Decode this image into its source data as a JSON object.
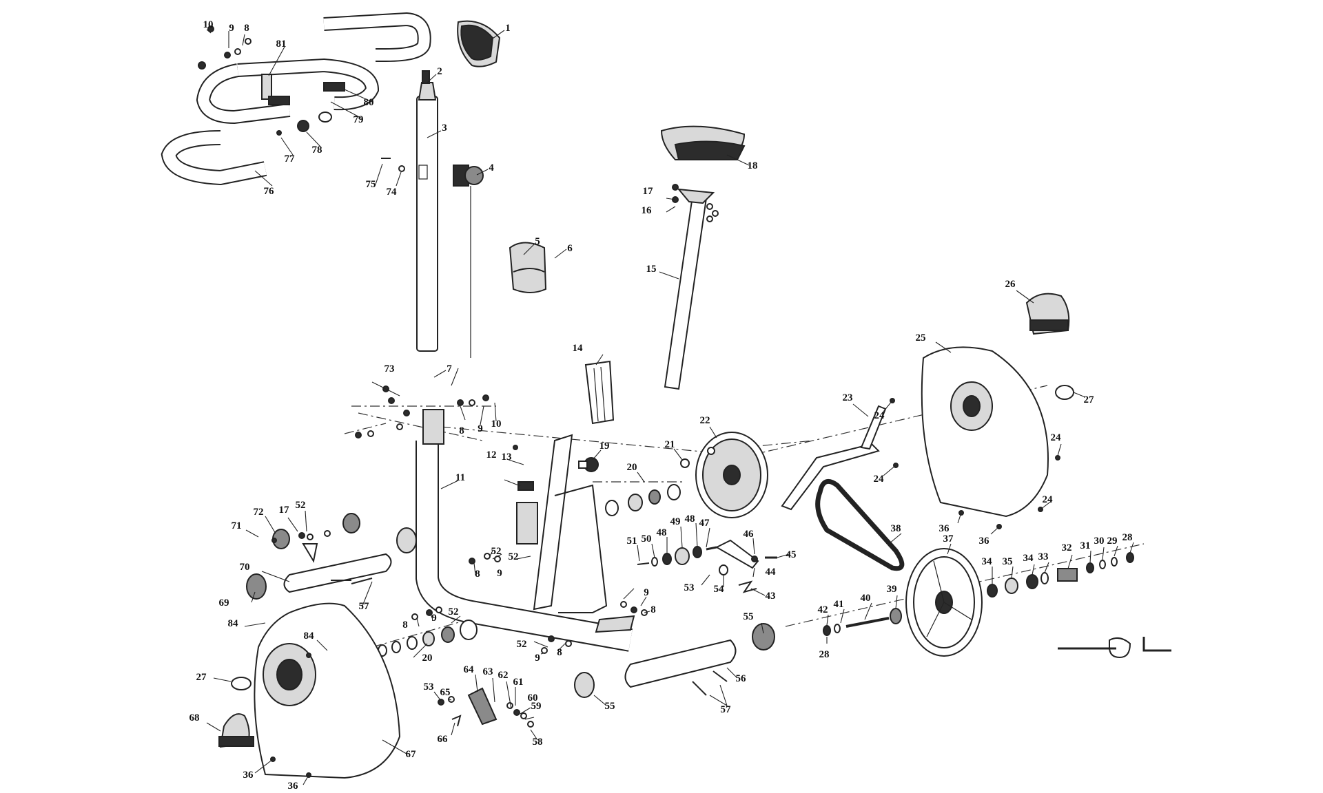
{
  "callouts": [
    {
      "id": "c1",
      "text": "1"
    },
    {
      "id": "c2",
      "text": "2"
    },
    {
      "id": "c3",
      "text": "3"
    },
    {
      "id": "c4",
      "text": "4"
    },
    {
      "id": "c5",
      "text": "5"
    },
    {
      "id": "c6",
      "text": "6"
    },
    {
      "id": "c7",
      "text": "7"
    },
    {
      "id": "c8a",
      "text": "8"
    },
    {
      "id": "c8b",
      "text": "8"
    },
    {
      "id": "c8c",
      "text": "8"
    },
    {
      "id": "c8d",
      "text": "8"
    },
    {
      "id": "c8e",
      "text": "8"
    },
    {
      "id": "c8f",
      "text": "8"
    },
    {
      "id": "c9a",
      "text": "9"
    },
    {
      "id": "c9b",
      "text": "9"
    },
    {
      "id": "c9c",
      "text": "9"
    },
    {
      "id": "c9d",
      "text": "9"
    },
    {
      "id": "c9e",
      "text": "9"
    },
    {
      "id": "c9f",
      "text": "9"
    },
    {
      "id": "c10a",
      "text": "10"
    },
    {
      "id": "c10b",
      "text": "10"
    },
    {
      "id": "c11",
      "text": "11"
    },
    {
      "id": "c12",
      "text": "12"
    },
    {
      "id": "c13",
      "text": "13"
    },
    {
      "id": "c14",
      "text": "14"
    },
    {
      "id": "c15",
      "text": "15"
    },
    {
      "id": "c16",
      "text": "16"
    },
    {
      "id": "c17a",
      "text": "17"
    },
    {
      "id": "c17b",
      "text": "17"
    },
    {
      "id": "c18",
      "text": "18"
    },
    {
      "id": "c19",
      "text": "19"
    },
    {
      "id": "c20a",
      "text": "20"
    },
    {
      "id": "c20b",
      "text": "20"
    },
    {
      "id": "c21",
      "text": "21"
    },
    {
      "id": "c22",
      "text": "22"
    },
    {
      "id": "c23",
      "text": "23"
    },
    {
      "id": "c24a",
      "text": "24"
    },
    {
      "id": "c24b",
      "text": "24"
    },
    {
      "id": "c24c",
      "text": "24"
    },
    {
      "id": "c24d",
      "text": "24"
    },
    {
      "id": "c25",
      "text": "25"
    },
    {
      "id": "c26",
      "text": "26"
    },
    {
      "id": "c27a",
      "text": "27"
    },
    {
      "id": "c27b",
      "text": "27"
    },
    {
      "id": "c28a",
      "text": "28"
    },
    {
      "id": "c28b",
      "text": "28"
    },
    {
      "id": "c29",
      "text": "29"
    },
    {
      "id": "c30",
      "text": "30"
    },
    {
      "id": "c31",
      "text": "31"
    },
    {
      "id": "c32",
      "text": "32"
    },
    {
      "id": "c33",
      "text": "33"
    },
    {
      "id": "c34a",
      "text": "34"
    },
    {
      "id": "c34b",
      "text": "34"
    },
    {
      "id": "c35",
      "text": "35"
    },
    {
      "id": "c36a",
      "text": "36"
    },
    {
      "id": "c36b",
      "text": "36"
    },
    {
      "id": "c36c",
      "text": "36"
    },
    {
      "id": "c36d",
      "text": "36"
    },
    {
      "id": "c37",
      "text": "37"
    },
    {
      "id": "c38",
      "text": "38"
    },
    {
      "id": "c39",
      "text": "39"
    },
    {
      "id": "c40",
      "text": "40"
    },
    {
      "id": "c41",
      "text": "41"
    },
    {
      "id": "c42",
      "text": "42"
    },
    {
      "id": "c43",
      "text": "43"
    },
    {
      "id": "c44",
      "text": "44"
    },
    {
      "id": "c45",
      "text": "45"
    },
    {
      "id": "c46",
      "text": "46"
    },
    {
      "id": "c47",
      "text": "47"
    },
    {
      "id": "c48a",
      "text": "48"
    },
    {
      "id": "c48b",
      "text": "48"
    },
    {
      "id": "c49",
      "text": "49"
    },
    {
      "id": "c50",
      "text": "50"
    },
    {
      "id": "c51",
      "text": "51"
    },
    {
      "id": "c52a",
      "text": "52"
    },
    {
      "id": "c52b",
      "text": "52"
    },
    {
      "id": "c52c",
      "text": "52"
    },
    {
      "id": "c52d",
      "text": "52"
    },
    {
      "id": "c52e",
      "text": "52"
    },
    {
      "id": "c53a",
      "text": "53"
    },
    {
      "id": "c53b",
      "text": "53"
    },
    {
      "id": "c54",
      "text": "54"
    },
    {
      "id": "c55a",
      "text": "55"
    },
    {
      "id": "c55b",
      "text": "55"
    },
    {
      "id": "c56",
      "text": "56"
    },
    {
      "id": "c57a",
      "text": "57"
    },
    {
      "id": "c57b",
      "text": "57"
    },
    {
      "id": "c58",
      "text": "58"
    },
    {
      "id": "c59",
      "text": "59"
    },
    {
      "id": "c60",
      "text": "60"
    },
    {
      "id": "c61",
      "text": "61"
    },
    {
      "id": "c62",
      "text": "62"
    },
    {
      "id": "c63",
      "text": "63"
    },
    {
      "id": "c64",
      "text": "64"
    },
    {
      "id": "c65",
      "text": "65"
    },
    {
      "id": "c66",
      "text": "66"
    },
    {
      "id": "c67",
      "text": "67"
    },
    {
      "id": "c68",
      "text": "68"
    },
    {
      "id": "c69",
      "text": "69"
    },
    {
      "id": "c70",
      "text": "70"
    },
    {
      "id": "c71",
      "text": "71"
    },
    {
      "id": "c72",
      "text": "72"
    },
    {
      "id": "c73",
      "text": "73"
    },
    {
      "id": "c74",
      "text": "74"
    },
    {
      "id": "c75",
      "text": "75"
    },
    {
      "id": "c76",
      "text": "76"
    },
    {
      "id": "c77",
      "text": "77"
    },
    {
      "id": "c78",
      "text": "78"
    },
    {
      "id": "c79",
      "text": "79"
    },
    {
      "id": "c80",
      "text": "80"
    },
    {
      "id": "c81",
      "text": "81"
    },
    {
      "id": "c84a",
      "text": "84"
    },
    {
      "id": "c84b",
      "text": "84"
    }
  ]
}
